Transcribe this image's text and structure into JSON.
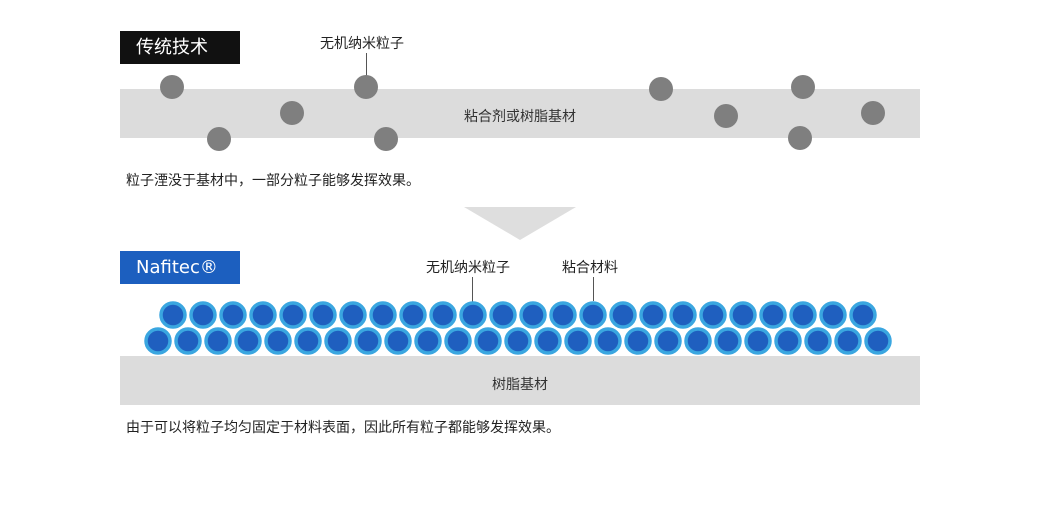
{
  "top_section": {
    "label": "传统技术",
    "callout": "无机纳米粒子",
    "band_label": "粘合剂或树脂基材",
    "caption": "粒子湮没于基材中，一部分粒子能够发挥效果。"
  },
  "bottom_section": {
    "label": "Nafitec®",
    "callout_particle": "无机纳米粒子",
    "callout_binder": "粘合材料",
    "band_label": "树脂基材",
    "caption": "由于可以将粒子均匀固定于材料表面，因此所有粒子都能够发挥效果。"
  },
  "colors": {
    "traditional_label_bg": "#111111",
    "nafitec_label_bg": "#1c5fbf",
    "particle_gray": "#7f7f7f",
    "particle_blue": "#1f5fbf",
    "particle_ring": "#3aa6e0",
    "band": "#dcdcdc"
  }
}
